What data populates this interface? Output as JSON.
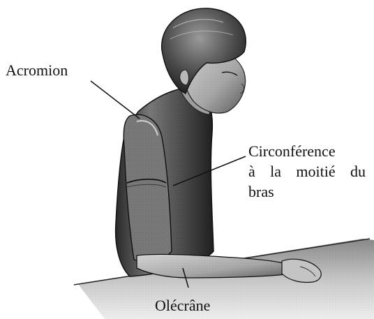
{
  "figure": {
    "labels": {
      "acromion": "Acromion",
      "circumference_line1": "Circonférence",
      "circumference_line2": "à la moitié du",
      "circumference_line3": "bras",
      "olecranon": "Olécrâne"
    },
    "colors": {
      "ink": "#111111",
      "shade_dark": "#2a2a2a",
      "shade_mid": "#6e6e6e",
      "shade_light": "#bdbdbd",
      "paper": "#ffffff"
    }
  }
}
